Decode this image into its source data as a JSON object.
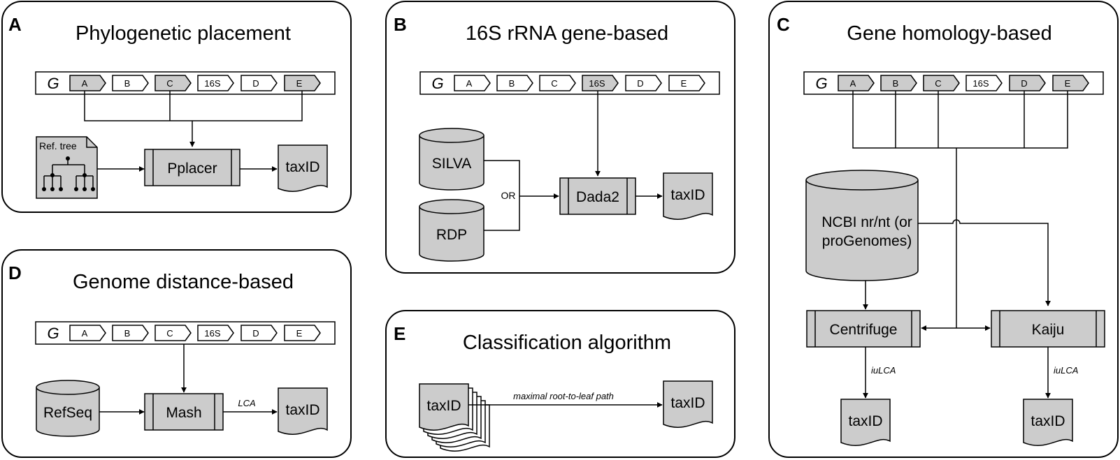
{
  "panels": {
    "A": {
      "letter": "A",
      "title": "Phylogenetic placement",
      "ref_tree": "Ref. tree",
      "tool": "Pplacer",
      "output": "taxID"
    },
    "B": {
      "letter": "B",
      "title": "16S rRNA gene-based",
      "db1": "SILVA",
      "db2": "RDP",
      "or": "OR",
      "tool": "Dada2",
      "output": "taxID"
    },
    "C": {
      "letter": "C",
      "title": "Gene homology-based",
      "db_line1": "NCBI nr/nt (or",
      "db_line2": "proGenomes)",
      "tool1": "Centrifuge",
      "tool2": "Kaiju",
      "edge1": "iuLCA",
      "edge2": "iuLCA",
      "output1": "taxID",
      "output2": "taxID"
    },
    "D": {
      "letter": "D",
      "title": "Genome distance-based",
      "db": "RefSeq",
      "tool": "Mash",
      "edge": "LCA",
      "output": "taxID"
    },
    "E": {
      "letter": "E",
      "title": "Classification algorithm",
      "input": "taxID",
      "edge": "maximal root-to-leaf path",
      "output": "taxID"
    }
  },
  "genome": {
    "label": "G",
    "genes": [
      "A",
      "B",
      "C",
      "16S",
      "D",
      "E"
    ]
  },
  "colors": {
    "highlight": "#cccccc",
    "line": "#000000"
  }
}
